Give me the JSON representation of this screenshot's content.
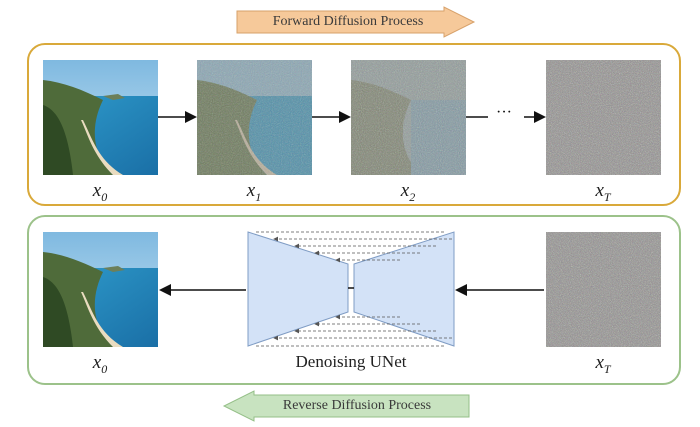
{
  "forward_banner": {
    "text": "Forward Diffusion Process",
    "color": "#f6c99a"
  },
  "reverse_banner": {
    "text": "Reverse Diffusion Process",
    "color": "#c8e3c0"
  },
  "forward_panel": {
    "border_color": "#d9a93a",
    "labels": {
      "x0_base": "x",
      "x0_sub": "0",
      "x1_base": "x",
      "x1_sub": "1",
      "x2_base": "x",
      "x2_sub": "2",
      "xT_base": "x",
      "xT_sub": "T"
    },
    "ellipsis": "···"
  },
  "reverse_panel": {
    "border_color": "#9cc28a",
    "labels": {
      "x0_base": "x",
      "x0_sub": "0",
      "xT_base": "x",
      "xT_sub": "T"
    },
    "unet_label": "Denoising UNet",
    "unet_color": "#d3e2f7"
  }
}
